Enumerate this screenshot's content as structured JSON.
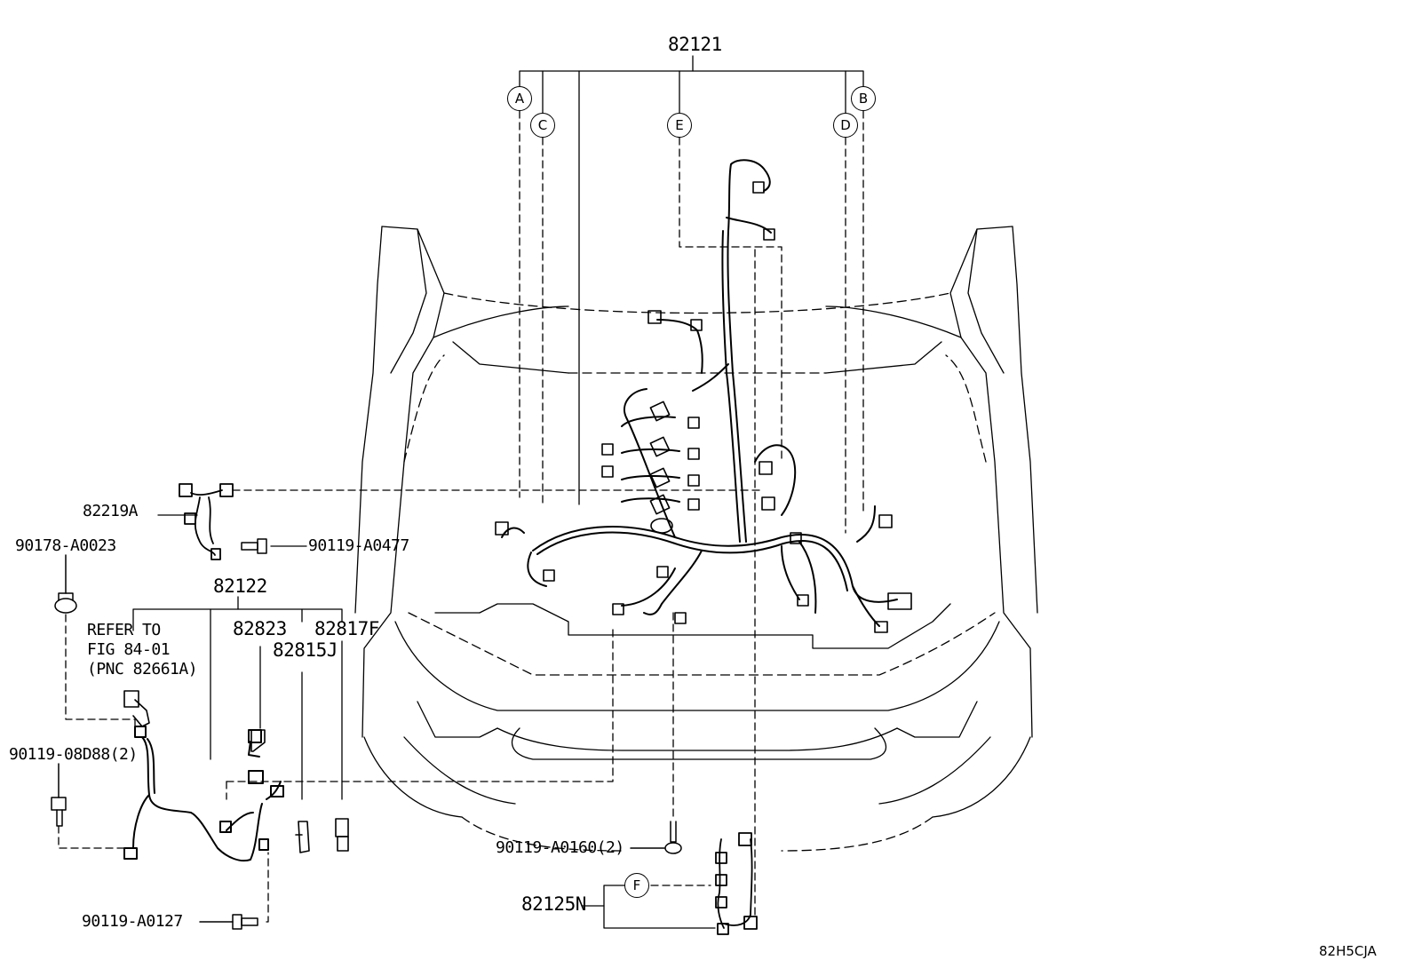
{
  "parts": {
    "main_harness": "82121",
    "sub_harness": "82122",
    "harness_82219a": "82219A",
    "harness_82125n": "82125N",
    "part_82823": "82823",
    "part_82817f": "82817F",
    "part_82815j": "82815J",
    "clip_90178": "90178-A0023",
    "bolt_90119_a0477": "90119-A0477",
    "bolt_90119_08d88": "90119-08D88(2)",
    "bolt_90119_a0160": "90119-A0160(2)",
    "bolt_90119_a0127": "90119-A0127"
  },
  "reference": {
    "line1": "REFER TO",
    "line2": "FIG 84-01",
    "line3": "(PNC 82661A)"
  },
  "callouts": {
    "a": "A",
    "b": "B",
    "c": "C",
    "d": "D",
    "e": "E",
    "f": "F"
  },
  "diagram_code": "82H5CJA"
}
